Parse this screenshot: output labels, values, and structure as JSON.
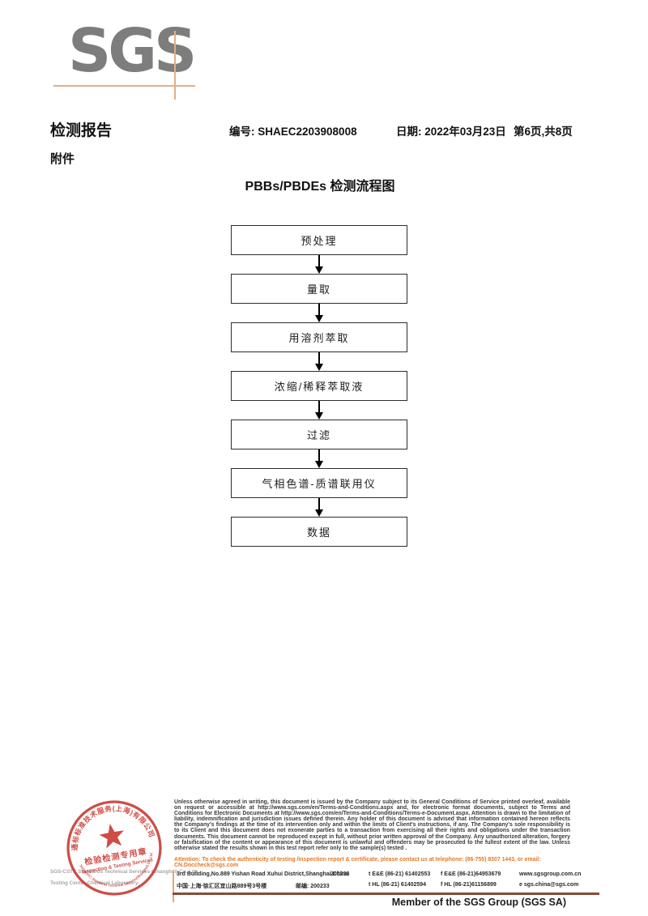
{
  "logo": {
    "text": "SGS"
  },
  "header": {
    "report_title": "检测报告",
    "report_no": "编号: SHAEC2203908008",
    "date": "日期: 2022年03月23日",
    "page_info": "第6页,共8页",
    "attachment": "附件"
  },
  "flowchart": {
    "title": "PBBs/PBDEs 检测流程图",
    "steps": [
      "预处理",
      "量取",
      "用溶剂萃取",
      "浓缩/稀释萃取液",
      "过滤",
      "气相色谱-质谱联用仪",
      "数据"
    ]
  },
  "stamp": {
    "arc_top": "通标标准技术服务(上海)有限公司",
    "line1": "检验检测专用章",
    "line2": "Inspection & Testing Services",
    "arc_bottom": "SGS-CSTC Standards Technical Services(Shanghai) Co.,Ltd.",
    "color": "#c8352d"
  },
  "footer": {
    "company_line1": "SGS-CSTC Standards Technical Services (Shanghai) Co.,Ltd.",
    "company_line2": "Testing Center-Chemical Laboratory.",
    "legal_text": "Unless otherwise agreed in writing, this document is issued by the Company subject to its General Conditions of Service printed overleaf, available on request or accessible at http://www.sgs.com/en/Terms-and-Conditions.aspx and, for electronic format documents, subject to Terms and Conditions for Electronic Documents at http://www.sgs.com/en/Terms-and-Conditions/Terms-e-Document.aspx. Attention is drawn to the limitation of liability, indemnification and jurisdiction issues defined therein. Any holder of this document is advised that information contained hereon reflects the Company's findings at the time of its intervention only and within the limits of Client's instructions, if any. The Company's sole responsibility is to its Client and this document does not exonerate parties to a transaction from exercising all their rights and obligations under the transaction documents. This document cannot be reproduced except in full, without prior written approval of the Company. Any unauthorized alteration, forgery or falsification of the content or appearance of this document is unlawful and offenders may be prosecuted to the fullest extent of the law. Unless otherwise stated the results shown in this test report refer only to the sample(s) tested .",
    "attention_text": "Attention: To check the authenticity of testing /inspection report & certificate, please contact us at telephone: (86-755) 8307 1443, or email: CN.Doccheck@sgs.com",
    "address_en": "3rd Building,No.889 Yishan Road Xuhui District,Shanghai China",
    "postcode_en": "200233",
    "address_cn": "中国·上海·徐汇区宜山路889号3号楼",
    "postcode_cn": "邮编: 200233",
    "tel1": "t E&E (86-21) 61402553",
    "fax1": "f E&E (86-21)64953679",
    "web": "www.sgsgroup.com.cn",
    "tel2": "t HL (86-21) 61402594",
    "fax2": "f HL (86-21)61156899",
    "email": "e  sgs.china@sgs.com",
    "member_text": "Member of the SGS Group (SGS SA)",
    "accent_orange": "#e87722"
  }
}
